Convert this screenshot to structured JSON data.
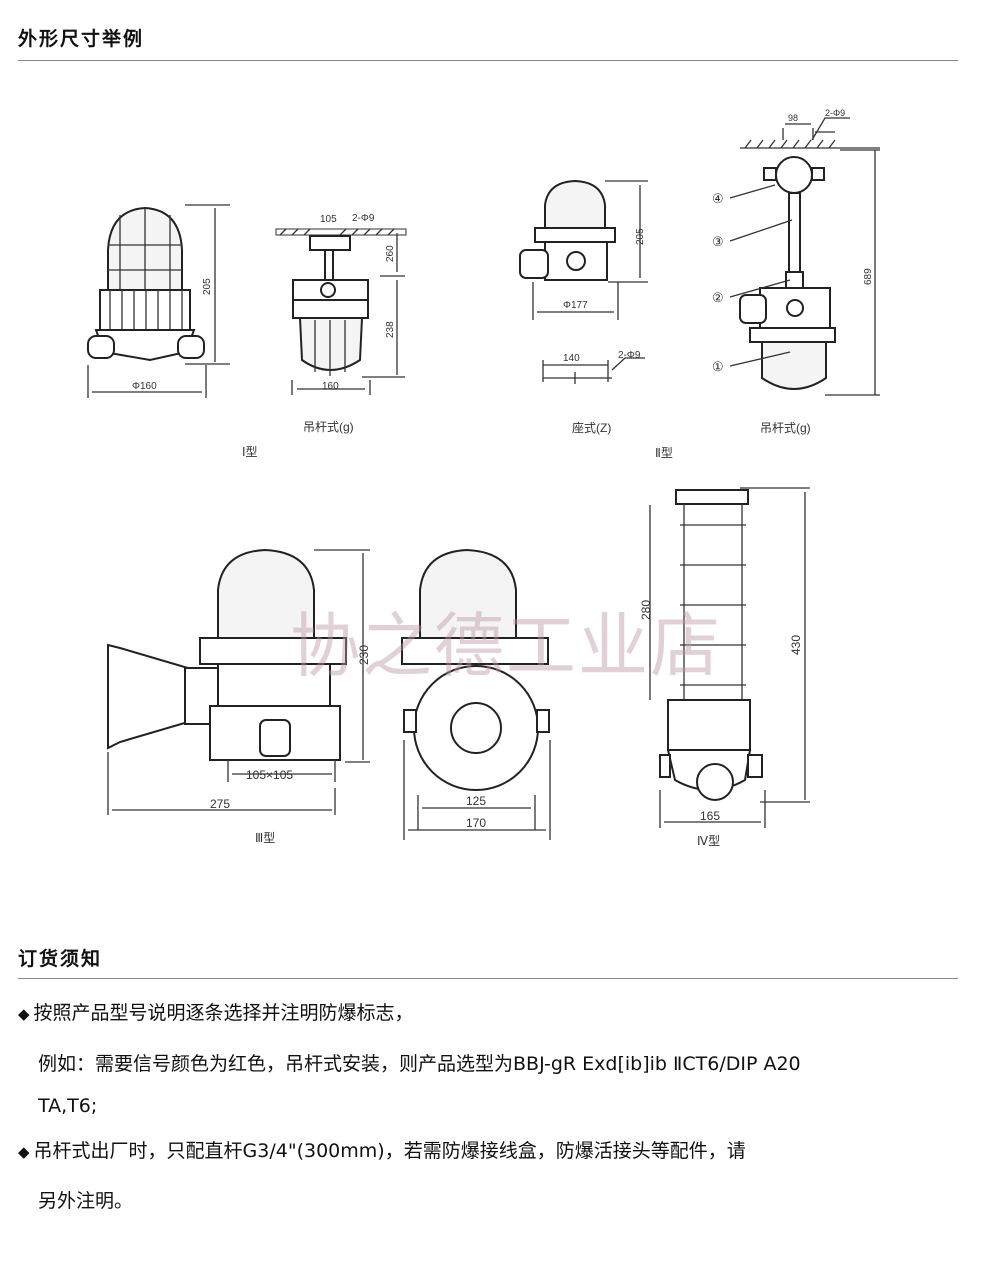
{
  "section1": {
    "title": "外形尺寸举例"
  },
  "type1": {
    "label": "Ⅰ型",
    "left": {
      "height": "205",
      "width": "Φ160"
    },
    "right": {
      "caption": "吊杆式(g)",
      "mount": "105",
      "holes": "2-Φ9",
      "rod": "260",
      "body": "238",
      "width": "160"
    }
  },
  "type2": {
    "label": "Ⅱ型",
    "seat": {
      "caption": "座式(Z)",
      "height": "205",
      "width": "Φ177",
      "holes_spacing": "140",
      "holes": "2-Φ9"
    },
    "hang": {
      "caption": "吊杆式(g)",
      "mount": "98",
      "holes": "2-Φ9",
      "height": "689",
      "parts": [
        "④",
        "③",
        "②",
        "①"
      ]
    }
  },
  "type3": {
    "label": "Ⅲ型",
    "height": "230",
    "base": "105×105",
    "length": "275",
    "inner": "125",
    "width": "170"
  },
  "type4": {
    "label": "Ⅳ型",
    "cage": "280",
    "height": "430",
    "width": "165"
  },
  "watermark": "协之德工业店",
  "section2": {
    "title": "订货须知",
    "bullet_symbol": "◆",
    "item1": "按照产品型号说明逐条选择并注明防爆标志，",
    "item1_line2": "例如：需要信号颜色为红色，吊杆式安装，则产品选型为BBJ-gR Exd[ib]ib ⅡCT6/DIP A20",
    "item1_line3": "TA,T6;",
    "item2": "吊杆式出厂时，只配直杆G3/4\"(300mm)，若需防爆接线盒，防爆活接头等配件，请",
    "item2_line2": "另外注明。"
  }
}
